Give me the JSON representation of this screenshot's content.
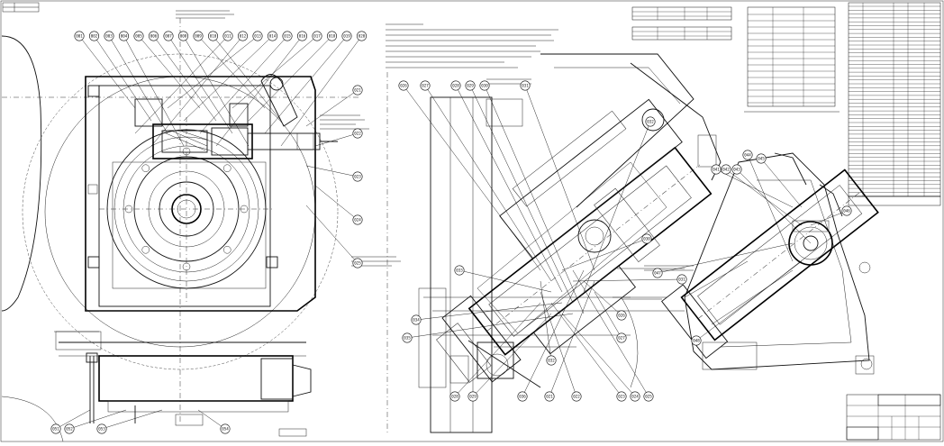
{
  "drawing": {
    "balloons_main": [
      "001",
      "002",
      "003",
      "004",
      "005",
      "006",
      "007",
      "008",
      "009",
      "010",
      "011",
      "012",
      "013",
      "014",
      "015",
      "016",
      "017",
      "018",
      "019",
      "020"
    ],
    "balloons_side": [
      "021",
      "022",
      "023",
      "024",
      "025",
      "026",
      "027",
      "028",
      "029",
      "030",
      "031",
      "032",
      "033",
      "034",
      "035",
      "036"
    ],
    "balloons_right": [
      "041",
      "042",
      "043",
      "044",
      "045",
      "046",
      "047",
      "048"
    ],
    "balloons_bottom": [
      "051",
      "052",
      "053",
      "054"
    ]
  }
}
